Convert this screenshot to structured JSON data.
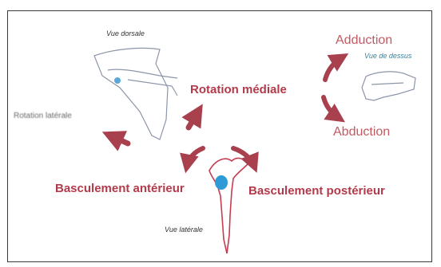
{
  "views": {
    "dorsal": "Vue dorsale",
    "top": "Vue de dessus",
    "lateral": "Vue latérale"
  },
  "movements": {
    "medial_rotation": "Rotation médiale",
    "lateral_rotation": "Rotation latérale",
    "adduction": "Adduction",
    "abduction": "Abduction",
    "anterior_tilt": "Basculement antérieur",
    "posterior_tilt": "Basculement postérieur"
  },
  "colors": {
    "arrow": "#a8404e",
    "label": "#b23a4a",
    "joint": "#3aa0d8",
    "bone_outline": "#9aa4b4"
  }
}
